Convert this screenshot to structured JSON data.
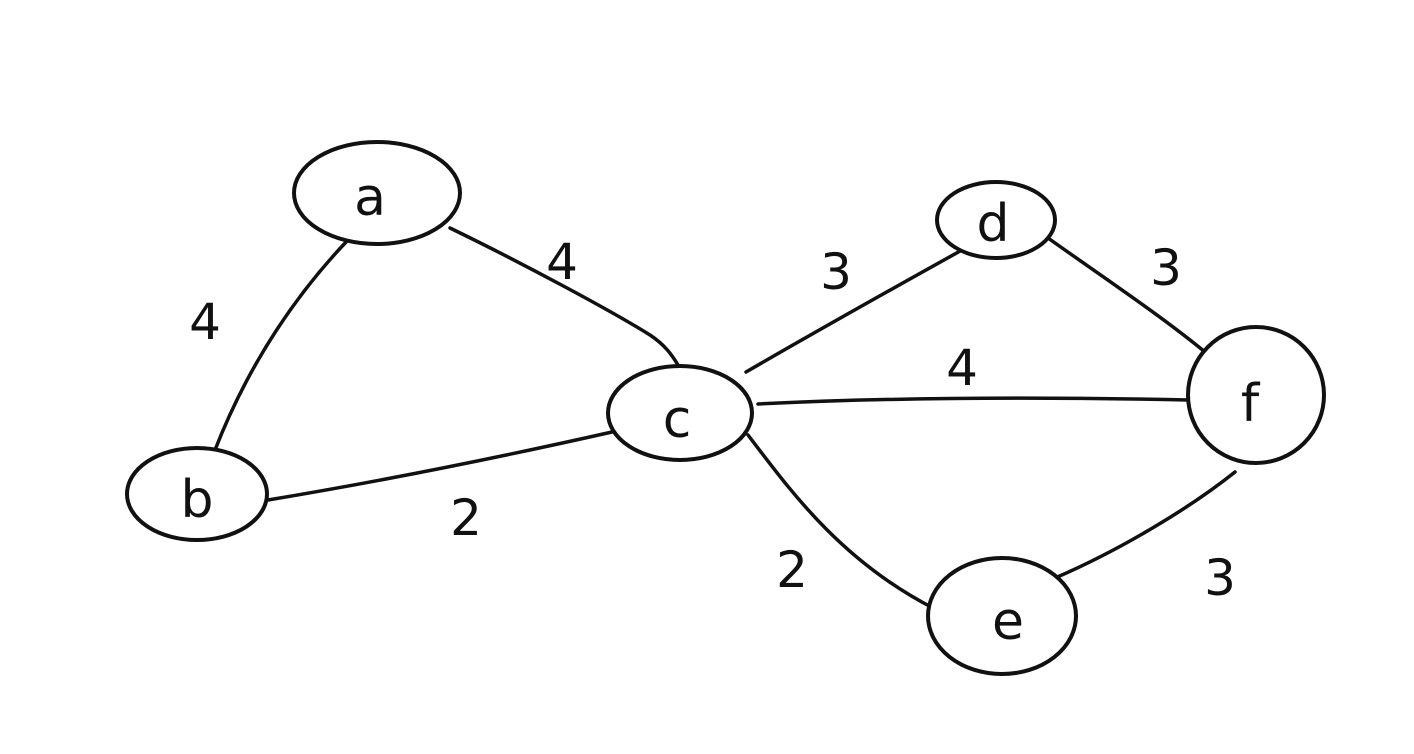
{
  "graph": {
    "nodes": [
      {
        "id": "a",
        "label": "a"
      },
      {
        "id": "b",
        "label": "b"
      },
      {
        "id": "c",
        "label": "c"
      },
      {
        "id": "d",
        "label": "d"
      },
      {
        "id": "e",
        "label": "e"
      },
      {
        "id": "f",
        "label": "f"
      }
    ],
    "edges": [
      {
        "from": "a",
        "to": "b",
        "weight": "4"
      },
      {
        "from": "a",
        "to": "c",
        "weight": "4"
      },
      {
        "from": "b",
        "to": "c",
        "weight": "2"
      },
      {
        "from": "c",
        "to": "d",
        "weight": "3"
      },
      {
        "from": "c",
        "to": "f",
        "weight": "4"
      },
      {
        "from": "c",
        "to": "e",
        "weight": "2"
      },
      {
        "from": "d",
        "to": "f",
        "weight": "3"
      },
      {
        "from": "e",
        "to": "f",
        "weight": "3"
      }
    ],
    "colors": {
      "stroke": "#111111",
      "background": "#ffffff"
    }
  }
}
